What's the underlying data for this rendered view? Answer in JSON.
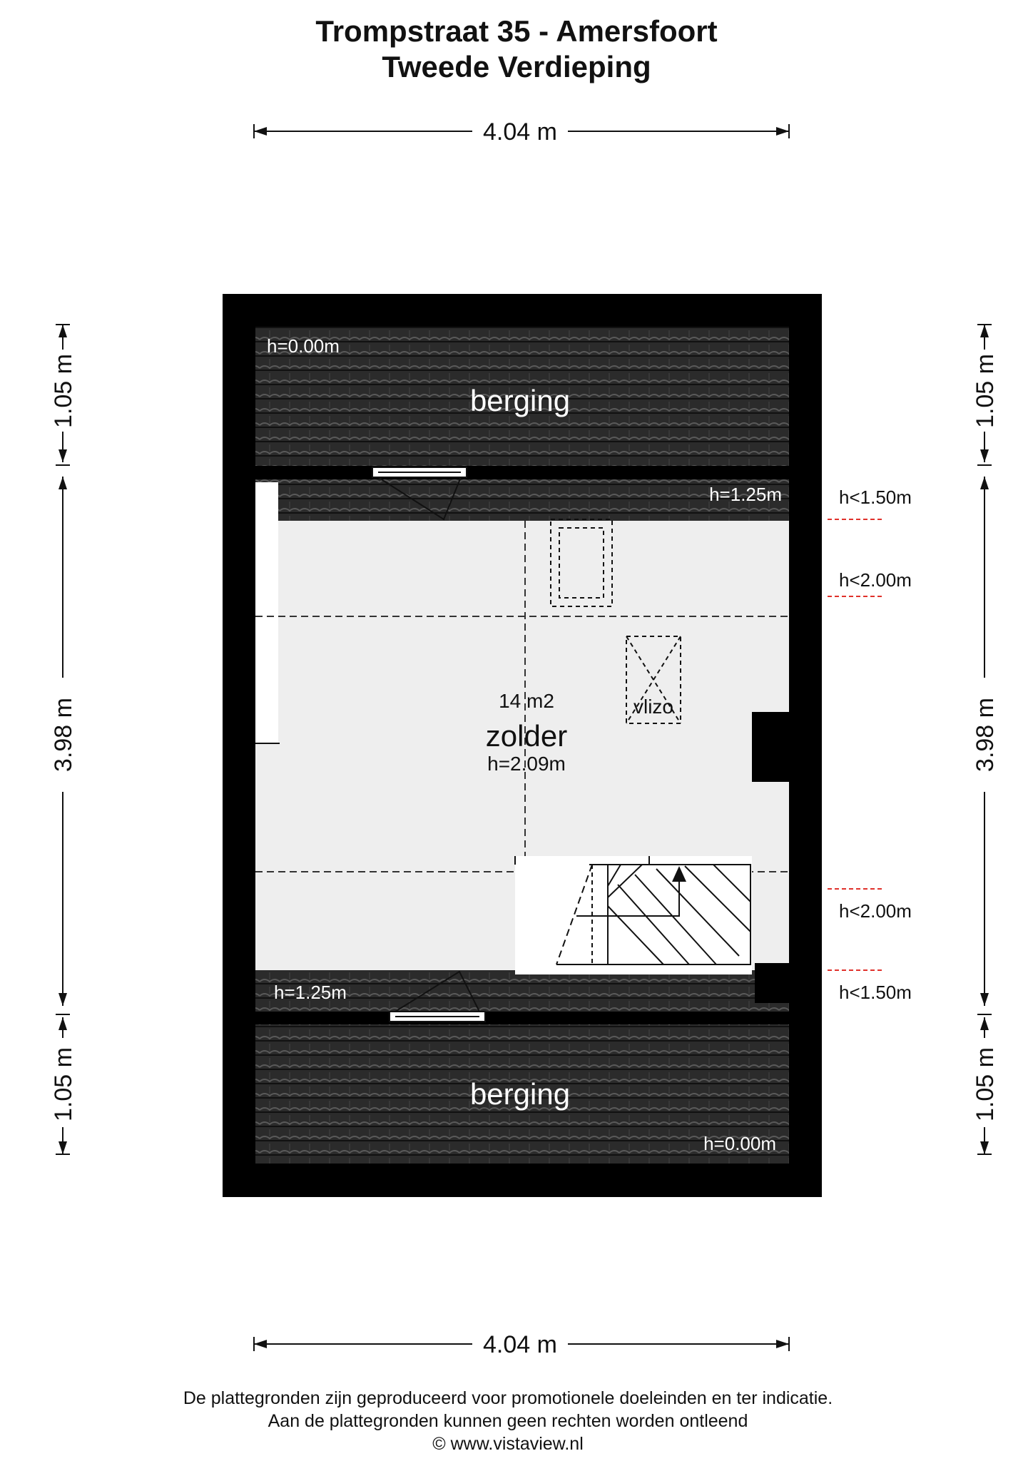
{
  "title": {
    "line1": "Trompstraat 35 - Amersfoort",
    "line2": "Tweede Verdieping"
  },
  "dimensions": {
    "top": "4.04 m",
    "bottom": "4.04 m",
    "left_top": "1.05 m",
    "left_middle": "3.98 m",
    "left_bottom": "1.05 m",
    "right_top": "1.05 m",
    "right_middle": "3.98 m",
    "right_bottom": "1.05 m"
  },
  "rooms": {
    "storage_top": {
      "name": "berging",
      "height": "h=0.00m"
    },
    "attic": {
      "area": "14 m2",
      "name": "zolder",
      "height": "h=2.09m"
    },
    "storage_bottom": {
      "name": "berging",
      "height": "h=0.00m"
    },
    "hatch": "vlizo",
    "slope_top": "h=1.25m",
    "slope_bottom": "h=1.25m"
  },
  "height_markers": {
    "top_150": "h<1.50m",
    "top_200": "h<2.00m",
    "bottom_200": "h<2.00m",
    "bottom_150": "h<1.50m"
  },
  "footer": {
    "line1": "De plattegronden zijn geproduceerd voor promotionele doeleinden en ter indicatie.",
    "line2": "Aan de plattegronden kunnen geen rechten worden ontleend",
    "line3": "© www.vistaview.nl"
  },
  "colors": {
    "wall": "#000000",
    "roof_tile": "#2b2b2b",
    "floor": "#eeeeee",
    "marker": "#e0312b"
  }
}
